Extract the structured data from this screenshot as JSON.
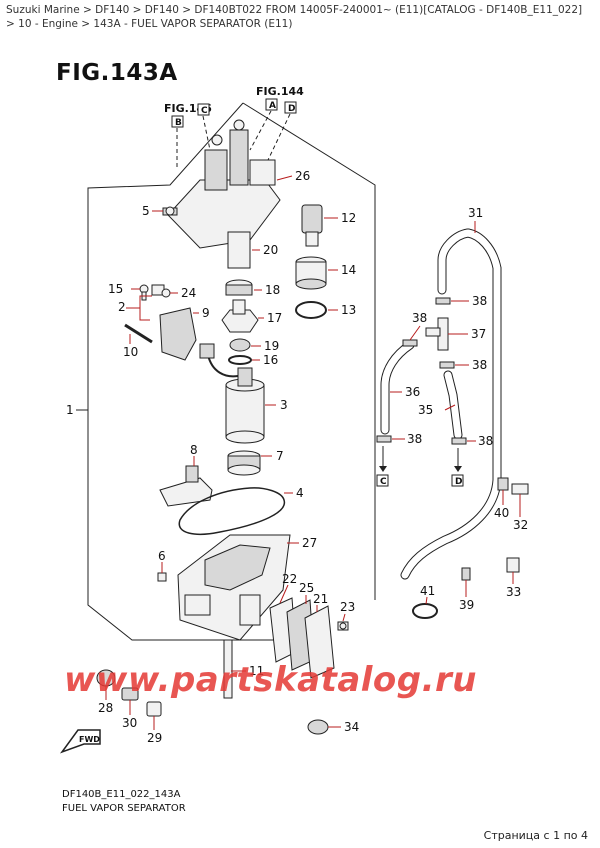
{
  "header": {
    "breadcrumb": "Suzuki Marine > DF140 > DF140 > DF140BT022 FROM 14005F-240001~ (E11)[CATALOG - DF140B_E11_022] > 10 - Engine > 143A - FUEL VAPOR SEPARATOR (E11)"
  },
  "figure": {
    "title": "FIG.143A",
    "ref_fig146": "FIG.146",
    "ref_fig144": "FIG.144",
    "box_a": "A",
    "box_b": "B",
    "box_c": "C",
    "box_d": "D",
    "fwd_label": "FWD",
    "watermark": "www.partskatalog.ru",
    "code": "DF140B_E11_022_143A",
    "caption": "FUEL VAPOR SEPARATOR"
  },
  "parts": {
    "p1": "1",
    "p2": "2",
    "p3": "3",
    "p4": "4",
    "p5": "5",
    "p6": "6",
    "p7": "7",
    "p8": "8",
    "p9": "9",
    "p10": "10",
    "p11": "11",
    "p12": "12",
    "p13": "13",
    "p14": "14",
    "p15": "15",
    "p16": "16",
    "p17": "17",
    "p18": "18",
    "p19": "19",
    "p20": "20",
    "p21": "21",
    "p22": "22",
    "p23": "23",
    "p24": "24",
    "p25": "25",
    "p26": "26",
    "p27": "27",
    "p28": "28",
    "p29": "29",
    "p30": "30",
    "p31": "31",
    "p32": "32",
    "p33": "33",
    "p34": "34",
    "p35": "35",
    "p36": "36",
    "p37": "37",
    "p38": "38",
    "p39": "39",
    "p40": "40",
    "p41": "41"
  },
  "footer": {
    "pagination": "Страница с 1 по 4"
  }
}
